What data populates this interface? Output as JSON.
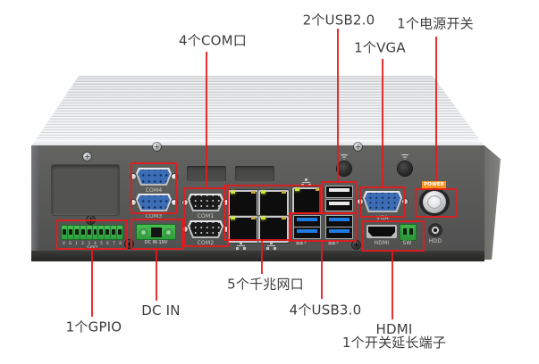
{
  "annotation_color": "#e8191c",
  "callouts": {
    "com": {
      "label": "4个COM口"
    },
    "usb2": {
      "label": "2个USB2.0"
    },
    "vga": {
      "label": "1个VGA"
    },
    "power": {
      "label": "1个电源开关"
    },
    "gpio": {
      "label": "1个GPIO"
    },
    "dcin": {
      "label": "DC IN"
    },
    "lan": {
      "label": "5个千兆网口"
    },
    "usb3": {
      "label": "4个USB3.0"
    },
    "hdmi": {
      "label_line1": "HDMI",
      "label_line2": "1个开关延长端子"
    }
  },
  "device": {
    "type": "industrial-pc-rear-panel",
    "port_labels": {
      "com4": "COM4",
      "com3": "COM3",
      "com1": "COM1",
      "com2": "COM2",
      "vga": "VGA",
      "power": "POWER",
      "hdmi": "HDMI",
      "sw": "SW",
      "hdd": "HDD",
      "dcin": "DC IN 19V",
      "gpio": "GPIO",
      "usb3_mark": "SS⚡"
    },
    "gpio_pins": [
      "V",
      "G",
      "1",
      "2",
      "3",
      "4",
      "5",
      "6",
      "7",
      "8"
    ],
    "counts": {
      "com_ports": 4,
      "usb2_ports": 2,
      "usb3_ports": 4,
      "lan_ports": 5,
      "vga_ports": 1,
      "hdmi_ports": 1,
      "power_switch": 1,
      "gpio": 1
    },
    "colors": {
      "annotation_red": "#e8191c",
      "power_badge_orange": "#f7941e",
      "terminal_green": "#3db54a",
      "usb3_blue": "#1e7ce2",
      "vga_blue": "#3c6cb3",
      "panel_gray": "#595a58",
      "chassis_silver": "#e9ebed"
    }
  }
}
